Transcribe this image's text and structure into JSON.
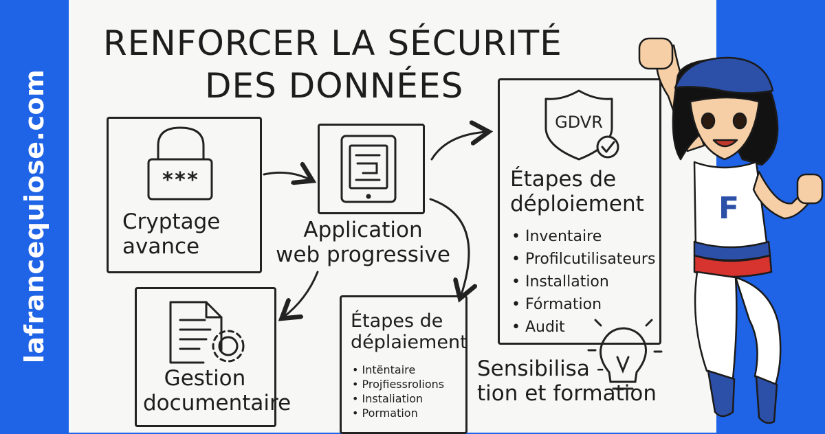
{
  "brand": {
    "site": "lafrancequiose.com"
  },
  "title": {
    "line1": "RENFORCER LA SÉCURITÉ",
    "line2": "DES DONNÉES"
  },
  "nodes": {
    "crypt": {
      "line1": "Cryptage",
      "line2": "avance",
      "code": "***"
    },
    "pwa": {
      "line1": "Application",
      "line2": "web progressive"
    },
    "docs": {
      "line1": "Gestion",
      "line2": "documentaire"
    },
    "gdpr_badge": "GDVR",
    "steps_main": {
      "title1": "Étapes de",
      "title2": "déploiement",
      "items": [
        "Inventaire",
        "Profilcutilisateurs",
        "Installation",
        "Fórmation",
        "Audit"
      ]
    },
    "steps_small": {
      "title1": "Étapes de",
      "title2": "déplaiement",
      "items": [
        "Intëntaire",
        "Projfiessrolions",
        "Instaliation",
        "Pormation"
      ]
    },
    "training": {
      "line1": "Sensibilisa -",
      "line2": "tion et formation"
    }
  },
  "mascot": {
    "shirt_letter": "F"
  },
  "colors": {
    "brand_blue": "#1f63e6",
    "ink": "#222222",
    "paper": "#f7f7f5",
    "flag_red": "#d8342f",
    "cap_blue": "#2c4fa8"
  }
}
